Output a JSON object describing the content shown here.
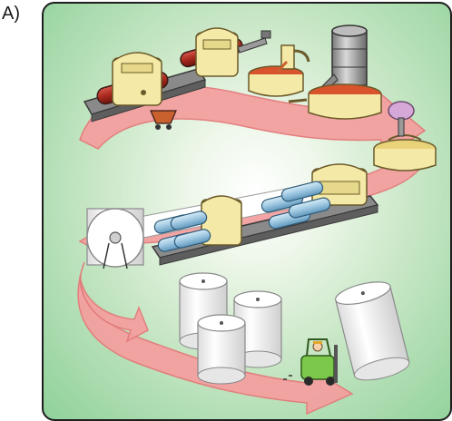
{
  "panel": {
    "label": "A)"
  },
  "colors": {
    "arrow": "#f3a0a0",
    "arrow_edge": "#e37a7a",
    "machine_body": "#f4e9a6",
    "machine_edge": "#6b5a2a",
    "roller_blue": "#a9cfe6",
    "roller_red": "#b83a2e",
    "conveyor_gray": "#7f7f7f",
    "paper_white": "#ffffff",
    "forklift_green": "#7cc84a"
  },
  "scene": {
    "stages": [
      "pulp-preparation",
      "paper-machine",
      "paper-reels",
      "forklift-transport"
    ]
  }
}
